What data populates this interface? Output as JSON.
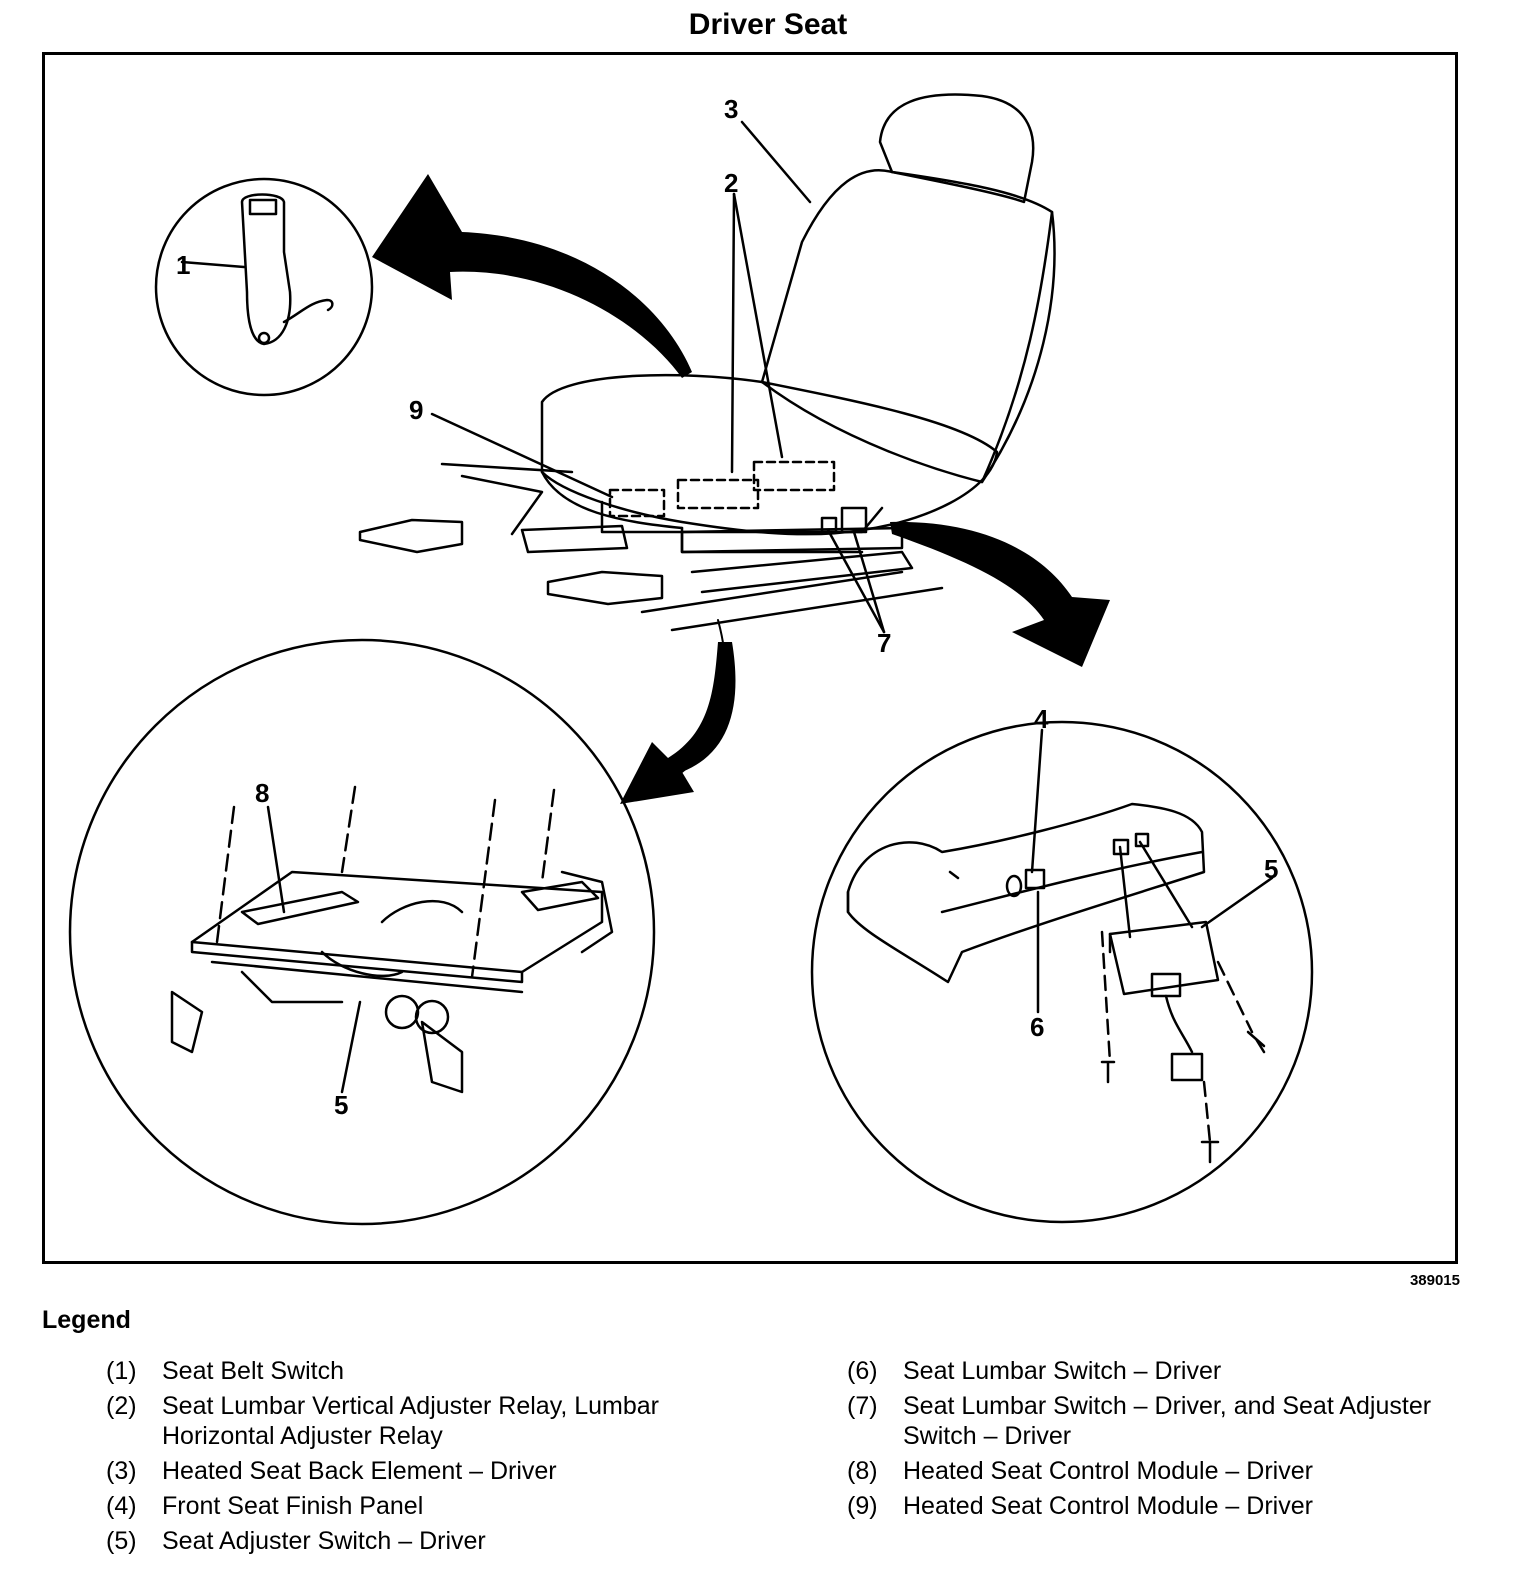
{
  "title": "Driver Seat",
  "figure_id": "389015",
  "callouts": {
    "c1": "1",
    "c2": "2",
    "c3": "3",
    "c4": "4",
    "c5a": "5",
    "c5b": "5",
    "c6": "6",
    "c7": "7",
    "c8": "8",
    "c9": "9"
  },
  "legend": {
    "title": "Legend",
    "left": [
      {
        "num": "(1)",
        "text": "Seat Belt Switch"
      },
      {
        "num": "(2)",
        "text": "Seat Lumbar Vertical Adjuster Relay, Lumbar Horizontal Adjuster Relay"
      },
      {
        "num": "(3)",
        "text": "Heated Seat Back Element – Driver"
      },
      {
        "num": "(4)",
        "text": "Front Seat Finish Panel"
      },
      {
        "num": "(5)",
        "text": "Seat Adjuster Switch – Driver"
      }
    ],
    "right": [
      {
        "num": "(6)",
        "text": "Seat Lumbar Switch – Driver"
      },
      {
        "num": "(7)",
        "text": "Seat Lumbar Switch – Driver, and Seat Adjuster Switch – Driver"
      },
      {
        "num": "(8)",
        "text": "Heated Seat Control Module – Driver"
      },
      {
        "num": "(9)",
        "text": "Heated Seat Control Module – Driver"
      }
    ]
  }
}
